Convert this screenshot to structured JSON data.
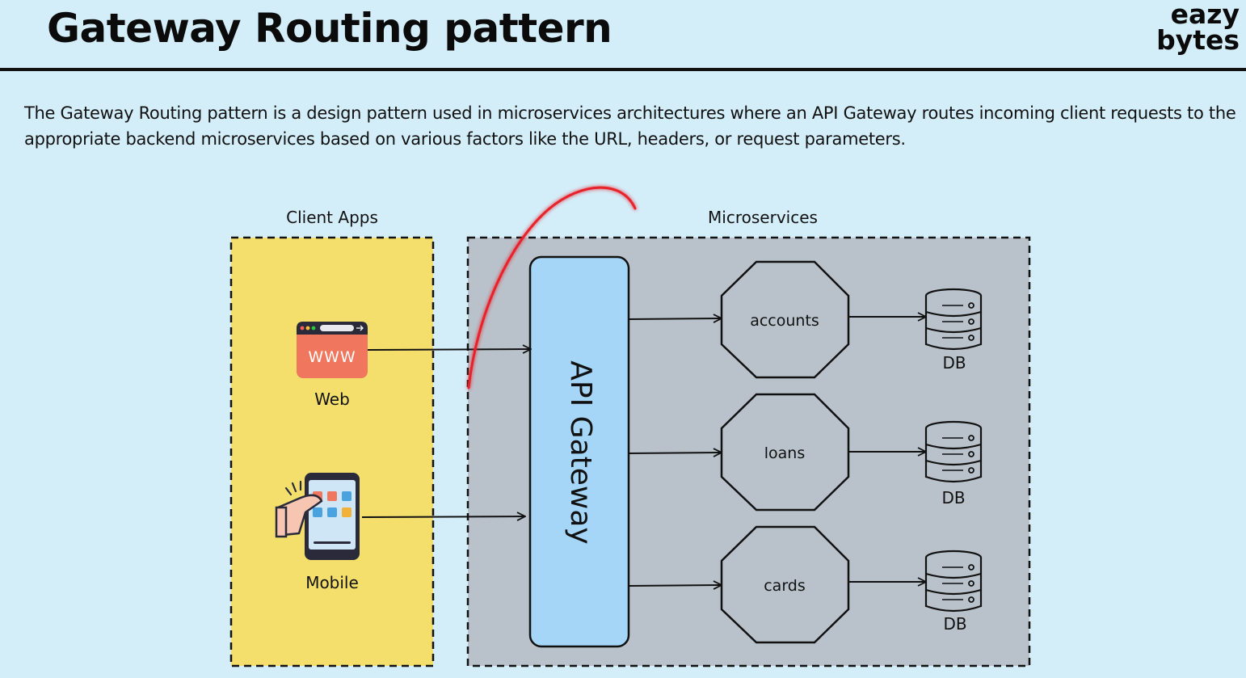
{
  "header": {
    "title": "Gateway Routing pattern",
    "logo_line1": "eazy",
    "logo_line2": "bytes"
  },
  "description": "The Gateway Routing pattern is a design pattern used in microservices architectures where an API Gateway routes incoming client requests to the appropriate backend microservices based on various factors like the URL, headers, or request parameters.",
  "diagram": {
    "client_group_label": "Client Apps",
    "microservices_group_label": "Microservices",
    "web_icon_text": "WWW",
    "web_label": "Web",
    "mobile_label": "Mobile",
    "gateway_label": "API Gateway",
    "services": [
      {
        "name": "accounts",
        "db_label": "DB"
      },
      {
        "name": "loans",
        "db_label": "DB"
      },
      {
        "name": "cards",
        "db_label": "DB"
      }
    ]
  },
  "colors": {
    "background": "#d3eef9",
    "client_group_fill": "#f4df6c",
    "microservices_group_fill": "#b9c2cb",
    "gateway_fill": "#a6d6f7",
    "web_icon_fill": "#f0775e",
    "annotation_stroke": "#e8202a"
  }
}
